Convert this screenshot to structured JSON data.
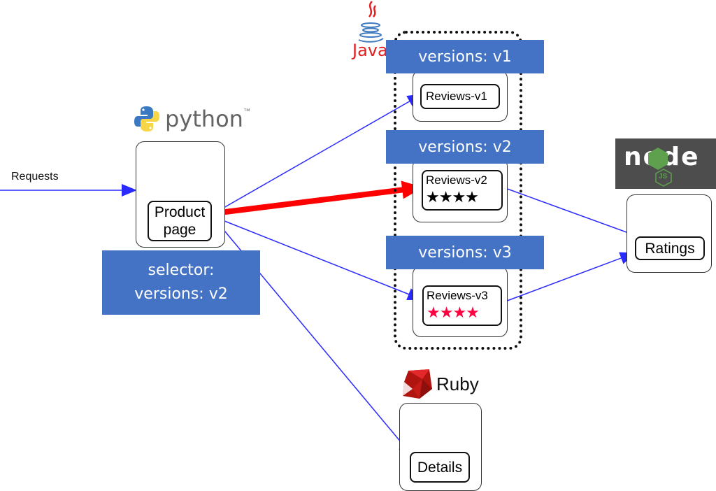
{
  "diagram": {
    "requests_label": "Requests",
    "logos": {
      "python": "python",
      "python_tm": "™",
      "java": "Java",
      "node": "node",
      "node_js": "JS",
      "ruby": "Ruby"
    },
    "services": {
      "productpage": {
        "line1": "Product",
        "line2": "page"
      },
      "reviews_v1": "Reviews-v1",
      "reviews_v2": "Reviews-v2",
      "reviews_v3": "Reviews-v3",
      "ratings": "Ratings",
      "details": "Details"
    },
    "stars": {
      "v2": "★★★★",
      "v3": "★★★★",
      "v2_color": "#000000",
      "v3_color": "#ff0040"
    },
    "version_labels": {
      "v1": "versions: v1",
      "v2": "versions: v2",
      "v3": "versions: v3"
    },
    "selector": {
      "line1": "selector:",
      "line2": "versions: v2"
    },
    "colors": {
      "label_bg": "#4472c4",
      "wire": "#2a2aff",
      "active_route": "#ff0000"
    }
  }
}
